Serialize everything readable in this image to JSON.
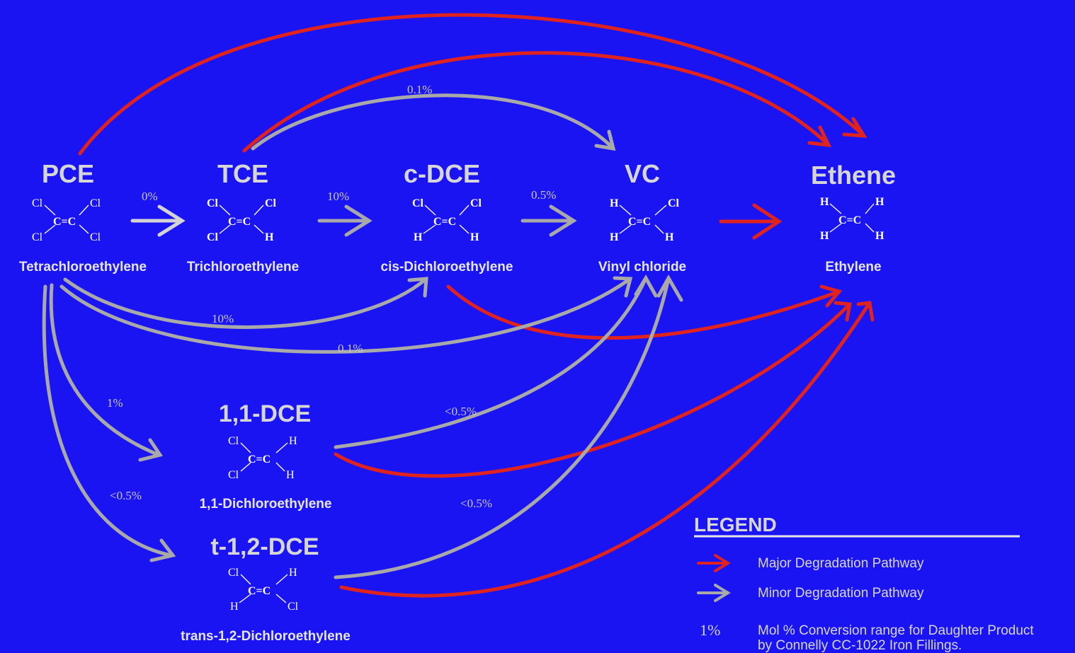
{
  "compounds": {
    "pce": {
      "abbr": "PCE",
      "name": "Tetrachloroethylene",
      "tl": "Cl",
      "tr": "Cl",
      "bl": "Cl",
      "br": "Cl"
    },
    "tce": {
      "abbr": "TCE",
      "name": "Trichloroethylene",
      "tl": "Cl",
      "tr": "Cl",
      "bl": "Cl",
      "br": "H"
    },
    "cdce": {
      "abbr": "c-DCE",
      "name": "cis-Dichloroethylene",
      "tl": "Cl",
      "tr": "Cl",
      "bl": "H",
      "br": "H"
    },
    "vc": {
      "abbr": "VC",
      "name": "Vinyl chloride",
      "tl": "H",
      "tr": "Cl",
      "bl": "H",
      "br": "H"
    },
    "eth": {
      "abbr": "Ethene",
      "name": "Ethylene",
      "tl": "H",
      "tr": "H",
      "bl": "H",
      "br": "H"
    },
    "dce11": {
      "abbr": "1,1-DCE",
      "name": "1,1-Dichloroethylene",
      "tl": "Cl",
      "tr": "H",
      "bl": "Cl",
      "br": "H"
    },
    "tdce": {
      "abbr": "t-1,2-DCE",
      "name": "trans-1,2-Dichloroethylene",
      "tl": "Cl",
      "tr": "H",
      "bl": "H",
      "br": "Cl"
    },
    "double_bond": "C=C"
  },
  "conversions": {
    "pce_tce": "0%",
    "tce_cdce": "10%",
    "cdce_vc": "0.5%",
    "tce_vc": "0.1%",
    "pce_cdce": "10%",
    "pce_vc": "0.1%",
    "pce_dce11": "1%",
    "pce_tdce": "<0.5%",
    "dce11_vc": "<0.5%",
    "tdce_vc": "<0.5%"
  },
  "legend": {
    "title": "LEGEND",
    "major": "Major Degradation Pathway",
    "minor": "Minor Degradation Pathway",
    "pct_sample": "1%",
    "pct_text_1": "Mol % Conversion range for Daughter Product",
    "pct_text_2": "by Connelly CC-1022 Iron Fillings."
  },
  "colors": {
    "background": "#1a14f2",
    "major": "#e0231e",
    "minor": "#a9a9a9",
    "minor_light": "#d4d4d4"
  }
}
